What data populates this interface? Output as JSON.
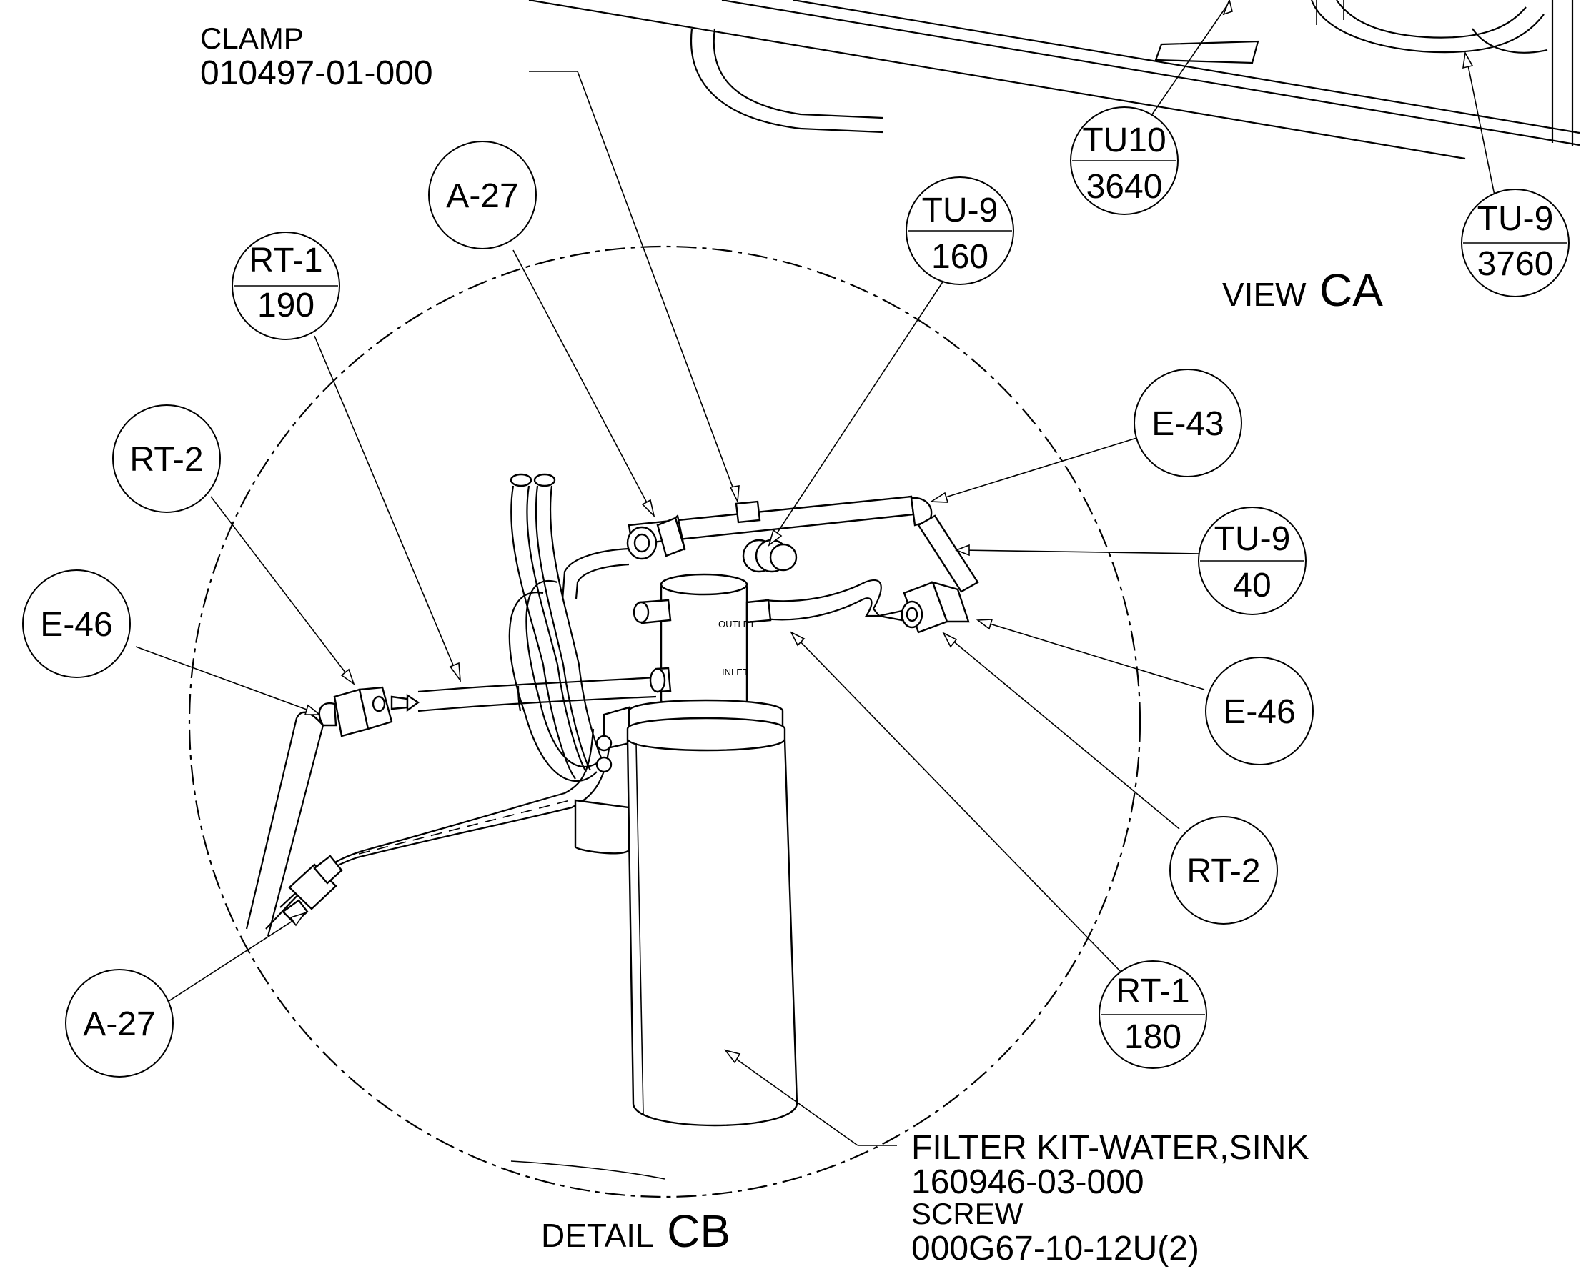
{
  "view_ca": {
    "prefix": "VIEW",
    "id": "CA"
  },
  "detail_cb": {
    "prefix": "DETAIL",
    "id": "CB"
  },
  "callouts": {
    "clamp": {
      "name": "CLAMP",
      "part_number": "010497-01-000"
    },
    "filter_kit": {
      "name": "FILTER KIT-WATER,SINK",
      "part_number": "160946-03-000"
    },
    "screw": {
      "name": "SCREW",
      "part_number": "000G67-10-12U(2)"
    }
  },
  "bubbles": {
    "tu10_view": {
      "top": "TU10",
      "bottom": "3640"
    },
    "tu9_view": {
      "top": "TU-9",
      "bottom": "3760"
    },
    "tu9_160": {
      "top": "TU-9",
      "bottom": "160"
    },
    "tu9_40": {
      "top": "TU-9",
      "bottom": "40"
    },
    "rt1_190": {
      "top": "RT-1",
      "bottom": "190"
    },
    "rt1_180": {
      "top": "RT-1",
      "bottom": "180"
    },
    "a27_top": {
      "label": "A-27"
    },
    "a27_bottom": {
      "label": "A-27"
    },
    "rt2_left": {
      "label": "RT-2"
    },
    "rt2_right": {
      "label": "RT-2"
    },
    "e46_left": {
      "label": "E-46"
    },
    "e46_right": {
      "label": "E-46"
    },
    "e43": {
      "label": "E-43"
    }
  },
  "filter_ports": {
    "outlet": "OUTLET",
    "inlet": "INLET"
  }
}
